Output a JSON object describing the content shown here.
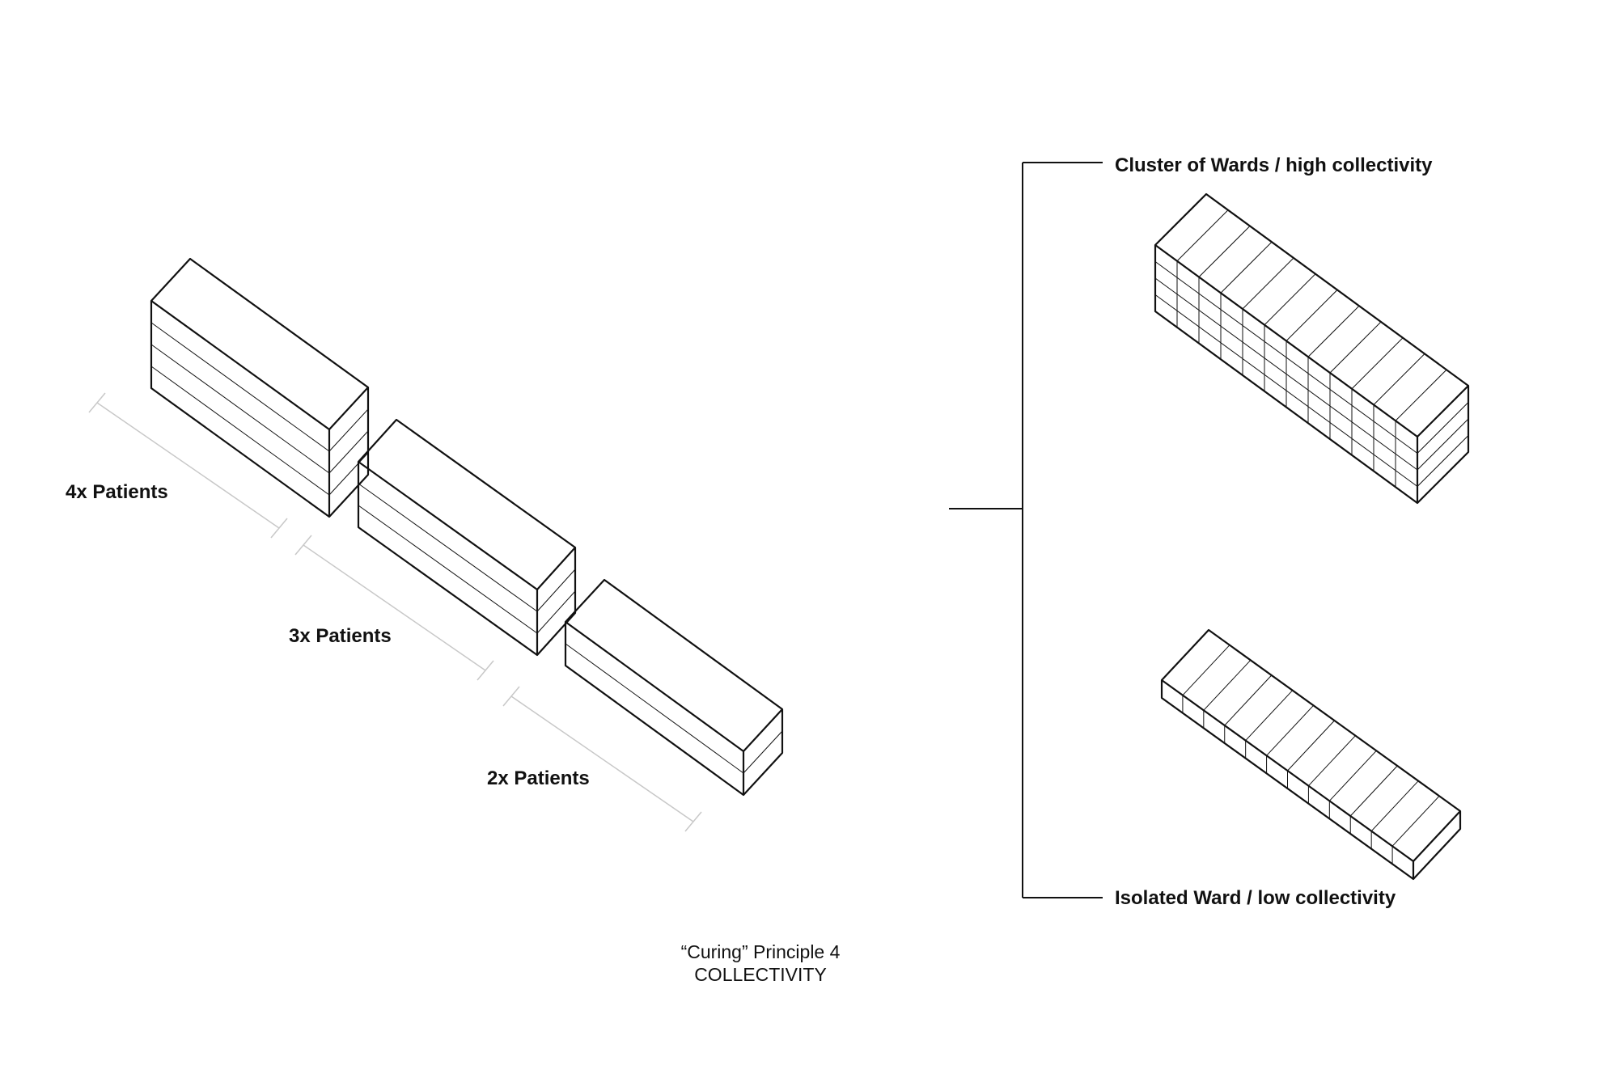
{
  "left_labels": {
    "four": "4x Patients",
    "three": "3x Patients",
    "two": "2x Patients"
  },
  "right_labels": {
    "cluster": "Cluster of Wards / high collectivity",
    "isolated": "Isolated Ward / low collectivity"
  },
  "caption": {
    "line1": "“Curing” Principle 4",
    "line2": "COLLECTIVITY"
  },
  "colors": {
    "line": "#111111",
    "dimension": "#c8c8c8",
    "background": "#ffffff"
  }
}
